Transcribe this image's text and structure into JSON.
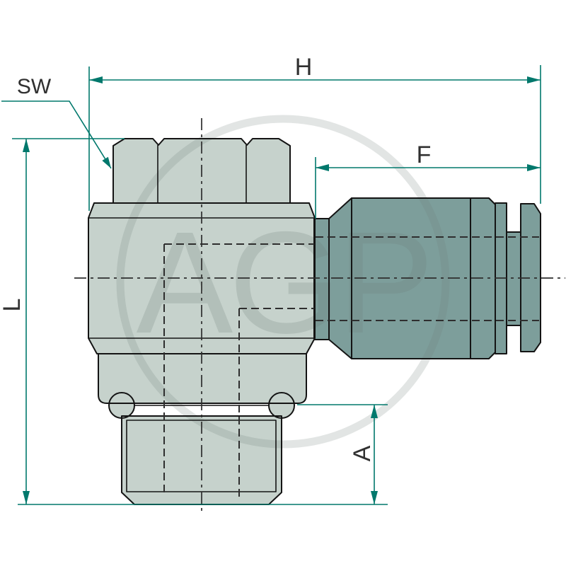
{
  "labels": {
    "sw": "SW",
    "h": "H",
    "f": "F",
    "l": "L",
    "a": "A"
  },
  "watermark": {
    "text": "AGP"
  },
  "colors": {
    "dimension_line": "#00786C",
    "body_fill": "#C6D2CC",
    "fitting_fill": "#7D9E9B",
    "edge_line": "#141414",
    "label_text": "#303030",
    "watermark": "#6E7D78",
    "background": "#FFFFFF"
  }
}
